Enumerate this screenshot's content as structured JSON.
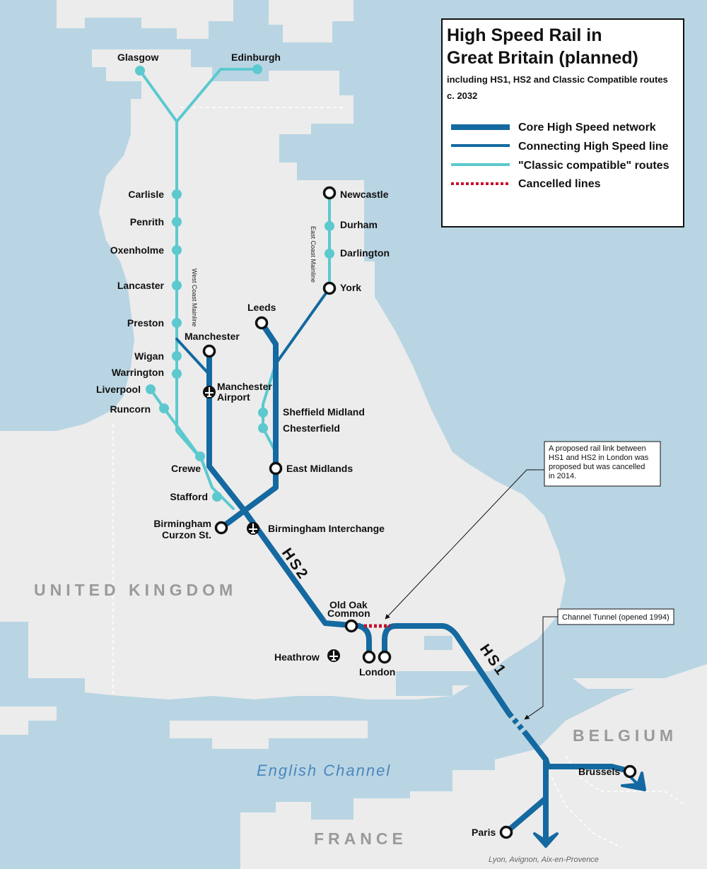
{
  "legend": {
    "title_line1": "High Speed Rail in",
    "title_line2": "Great Britain (planned)",
    "subtitle": "including HS1, HS2 and Classic Compatible routes",
    "date": "c. 2032",
    "items": [
      {
        "label": "Core High Speed network",
        "color": "#1469a0",
        "style": "thick"
      },
      {
        "label": "Connecting High Speed line",
        "color": "#1469a0",
        "style": "thin"
      },
      {
        "label": "\"Classic compatible\" routes",
        "color": "#5cc9cf",
        "style": "thin"
      },
      {
        "label": "Cancelled lines",
        "color": "#c8102e",
        "style": "dotted"
      }
    ]
  },
  "colors": {
    "sea": "#b9d5e3",
    "land": "#ececec",
    "core": "#1469a0",
    "classic": "#5cc9cf",
    "cancelled": "#c8102e"
  },
  "countries": {
    "uk": "UNITED KINGDOM",
    "belgium": "BELGIUM",
    "france": "FRANCE"
  },
  "sea_label": "English Channel",
  "route_labels": {
    "hs2": "HS2",
    "hs1": "HS1",
    "west_coast": "West Coast Mainline",
    "east_coast": "East Coast Mainline"
  },
  "stations": {
    "glasgow": "Glasgow",
    "edinburgh": "Edinburgh",
    "carlisle": "Carlisle",
    "penrith": "Penrith",
    "oxenholme": "Oxenholme",
    "lancaster": "Lancaster",
    "preston": "Preston",
    "wigan": "Wigan",
    "warrington": "Warrington",
    "liverpool": "Liverpool",
    "runcorn": "Runcorn",
    "crewe": "Crewe",
    "stafford": "Stafford",
    "manchester": "Manchester",
    "manchester_airport_1": "Manchester",
    "manchester_airport_2": "Airport",
    "birmingham_1": "Birmingham",
    "birmingham_2": "Curzon St.",
    "birmingham_interchange": "Birmingham Interchange",
    "leeds": "Leeds",
    "newcastle": "Newcastle",
    "durham": "Durham",
    "darlington": "Darlington",
    "york": "York",
    "sheffield": "Sheffield Midland",
    "chesterfield": "Chesterfield",
    "east_midlands": "East Midlands",
    "old_oak_1": "Old Oak",
    "old_oak_2": "Common",
    "heathrow": "Heathrow",
    "london": "London",
    "brussels": "Brussels",
    "paris": "Paris"
  },
  "callouts": {
    "hs1_hs2_link": [
      "A proposed rail link between",
      "HS1 and HS2 in London was",
      "proposed but was cancelled",
      "in 2014."
    ],
    "channel_tunnel": "Channel Tunnel (opened 1994)"
  },
  "destinations_south": "Lyon, Avignon, Aix-en-Provence"
}
